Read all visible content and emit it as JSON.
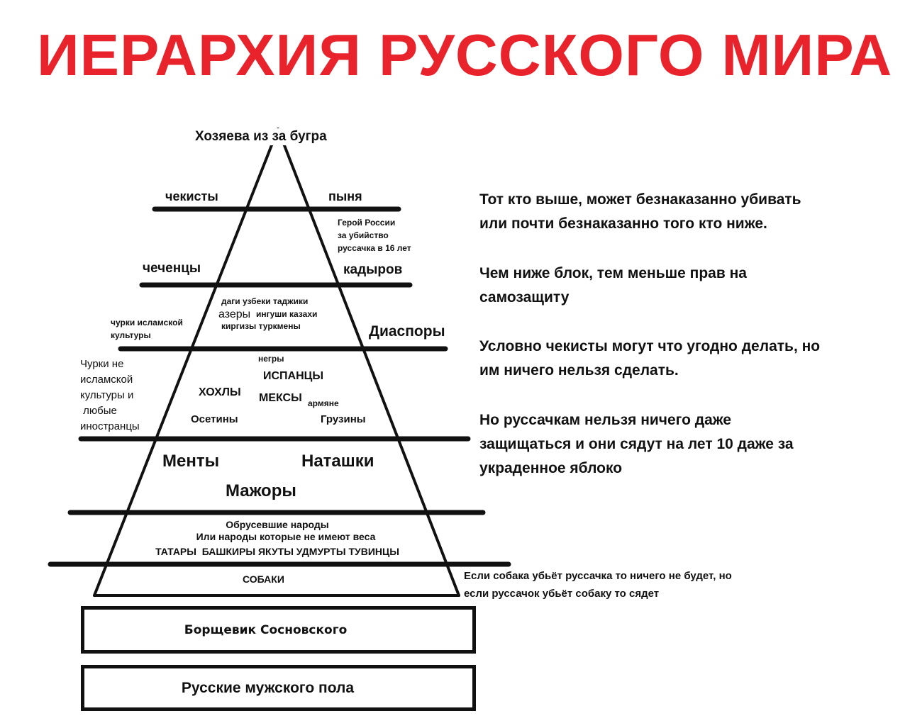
{
  "title": "ИЕРАРХИЯ РУССКОГО МИРА",
  "pyramid": {
    "apex": "Хозяева из за бугра",
    "level1": {
      "left": "чекисты",
      "right": "пыня",
      "note": [
        "Герой России",
        "за убийство",
        "руссачка в 16 лет"
      ]
    },
    "level2": {
      "left": "чеченцы",
      "right": "кадыров"
    },
    "level3": {
      "left": [
        "чурки исламской",
        "культуры"
      ],
      "inner1": "даги узбеки таджики",
      "inner2a": "азеры",
      "inner2b": "ингуши казахи",
      "inner3": "киргизы туркмены",
      "right": "Диаспоры"
    },
    "level4": {
      "left": [
        "Чурки не",
        "исламской",
        "культуры и",
        " любые",
        "иностранцы"
      ],
      "negry": "негры",
      "ispancy": "ИСПАНЦЫ",
      "hohly": "ХОХЛЫ",
      "meksy": "МЕКСЫ",
      "armyane": "армяне",
      "osetiny": "Осетины",
      "gruziny": "Грузины"
    },
    "level5": {
      "menty": "Менты",
      "natashki": "Наташки",
      "mazhory": "Мажоры"
    },
    "level6": {
      "line1": "Обрусевшие народы",
      "line2": "Или народы которые не имеют веса",
      "line3": "ТАТАРЫ  БАШКИРЫ ЯКУТЫ УДМУРТЫ ТУВИНЦЫ"
    },
    "level7": {
      "label": "СОБАКИ",
      "note1": "Если собака убьёт руссачка то ничего не будет, но",
      "note2": "если руссачок убьёт собаку то сядет"
    }
  },
  "boxes": [
    "Борщевик Сосновского",
    "Русские мужского пола"
  ],
  "notes": [
    [
      "Тот кто выше, может безнаказанно убивать",
      "или почти безнаказанно того кто ниже."
    ],
    [
      "Чем ниже блок, тем меньше прав на",
      "самозащиту"
    ],
    [
      "Условно чекисты могут что угодно делать, но",
      "им ничего нельзя сделать."
    ],
    [
      "Но руссачкам нельзя ничего даже",
      "защищаться и они сядут на лет 10 даже за",
      "украденное яблоко"
    ]
  ],
  "colors": {
    "title": "#e8232b",
    "ink": "#111111"
  }
}
